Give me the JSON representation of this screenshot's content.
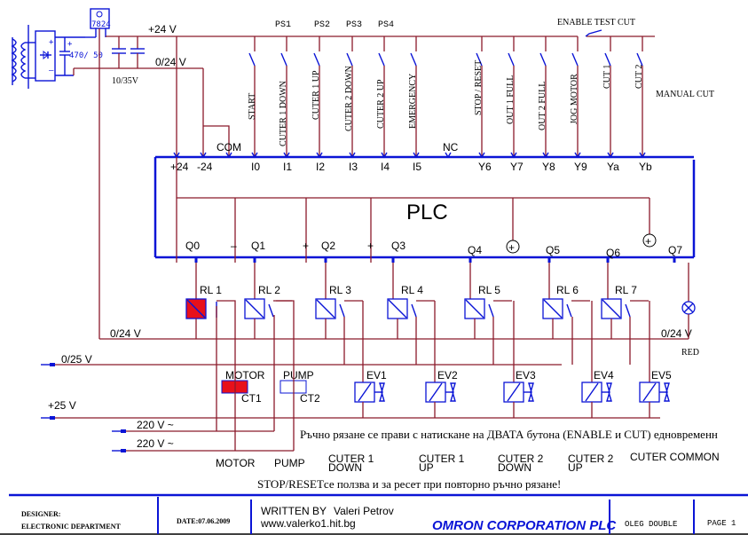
{
  "power_supply": {
    "regulator": "7824",
    "cap_main": "470/ 50",
    "cap_small": "10/35V",
    "rail_pos": "+24 V",
    "rail_neg": "0/24 V"
  },
  "top_labels": {
    "ps": [
      "PS1",
      "PS2",
      "PS3",
      "PS4"
    ],
    "enable_test_cut": "ENABLE TEST CUT",
    "manual_cut": "MANUAL CUT"
  },
  "switches": [
    {
      "label": "START",
      "terminal": "I0"
    },
    {
      "label": "CUTER  1 DOWN",
      "terminal": "I1"
    },
    {
      "label": "CUTER 1 UP",
      "terminal": "I2"
    },
    {
      "label": "CUTER 2 DOWN",
      "terminal": "I3"
    },
    {
      "label": "CUTER 2 UP",
      "terminal": "I4"
    },
    {
      "label": "EMERGENCY",
      "terminal": "I5"
    },
    {
      "label": "STOP / RESET",
      "terminal": "Y6"
    },
    {
      "label": "OUT 1 FULL",
      "terminal": "Y7"
    },
    {
      "label": "OUT 2 FULL",
      "terminal": "Y8"
    },
    {
      "label": "JOG MOTOR",
      "terminal": "Y9"
    },
    {
      "label": "CUT 1",
      "terminal": "Ya"
    },
    {
      "label": "CUT 2",
      "terminal": "Yb"
    }
  ],
  "plc": {
    "title": "PLC",
    "pos": "+24",
    "neg": "-24",
    "com": "COM",
    "nc": "NC",
    "outputs": [
      "Q0",
      "Q1",
      "Q2",
      "Q3",
      "Q4",
      "Q5",
      "Q6",
      "Q7"
    ],
    "minus": "–",
    "plus": "+"
  },
  "relays": [
    "RL 1",
    "RL 2",
    "RL 3",
    "RL 4",
    "RL 5",
    "RL 6",
    "RL 7"
  ],
  "valves": [
    "EV1",
    "EV2",
    "EV3",
    "EV4",
    "EV5"
  ],
  "contactors": [
    {
      "name": "MOTOR",
      "id": "CT1"
    },
    {
      "name": "PUMP",
      "id": "CT2"
    }
  ],
  "rails": {
    "r024_left": "0/24 V",
    "r024_right": "0/24 V",
    "r025": "0/25 V",
    "p25": "+25 V",
    "ac1": "220 V ~",
    "ac2": "220 V ~",
    "lamp_color": "RED"
  },
  "bottom_labels": {
    "motor": "MOTOR",
    "pump": "PUMP",
    "c1d_1": "CUTER 1",
    "c1d_2": "DOWN",
    "c1u_1": "CUTER 1",
    "c1u_2": "UP",
    "c2d_1": "CUTER 2",
    "c2d_2": "DOWN",
    "c2u_1": "CUTER 2",
    "c2u_2": "UP",
    "common": "CUTER COMMON"
  },
  "notes": {
    "manual_cut_note": "Ръчно рязане се прави с натискане на ДВАТА бутона (ENABLE  и CUT) едновременн",
    "reset_note": "STOP/RESETсе ползва и за ресет при повторно ръчно рязане!"
  },
  "title_block": {
    "designer": "DESIGNER:",
    "department": "ELECTRONIC DEPARTMENT",
    "date": "DATE:07.06.2009",
    "written_by": "WRITTEN BY",
    "author": "Valeri Petrov",
    "website": "www.valerko1.hit.bg",
    "company": "OMRON CORPORATION PLC",
    "project": "OLEG DOUBLE",
    "page": "PAGE  1"
  },
  "colors": {
    "wire": "#8b1a2b",
    "component": "#0a14d6",
    "active_fill": "#e8101a"
  }
}
